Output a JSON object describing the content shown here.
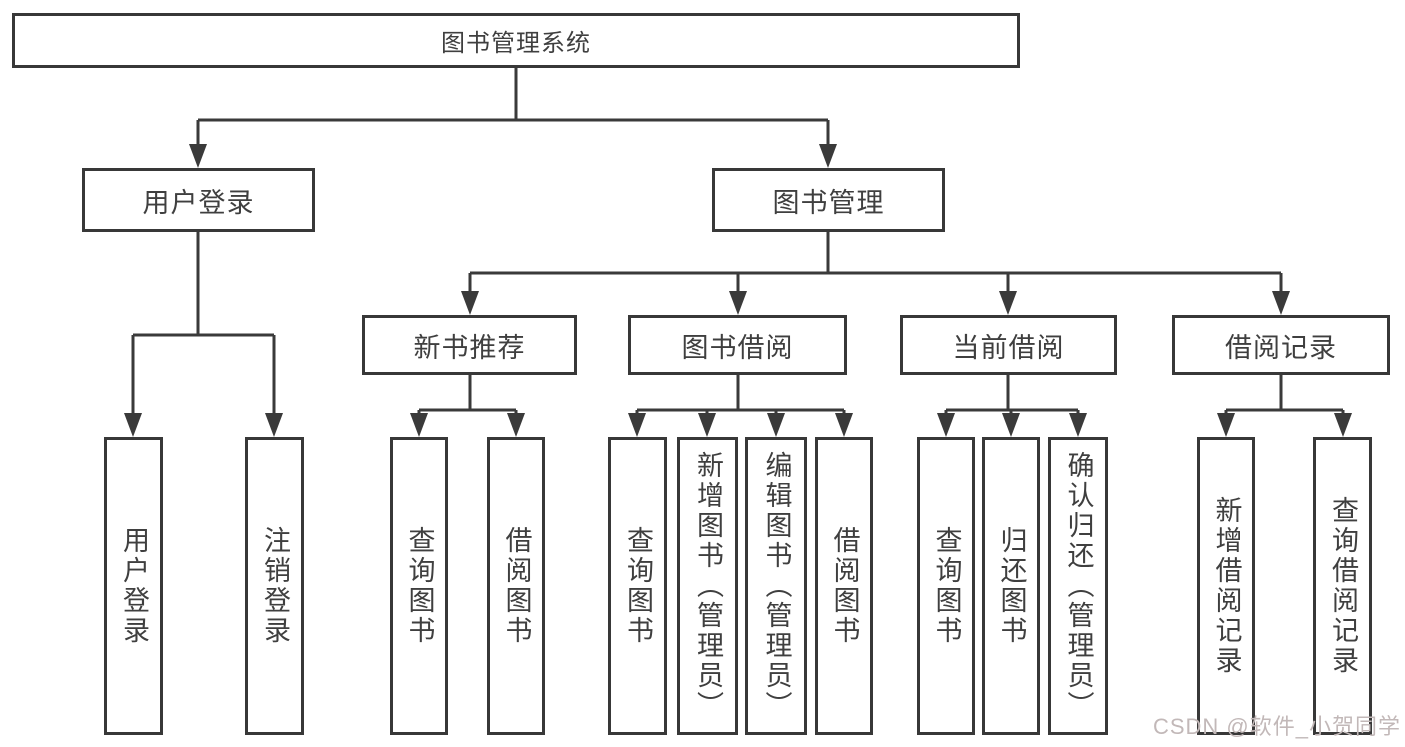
{
  "tree": {
    "label": "图书管理系统",
    "children": [
      {
        "label": "用户登录",
        "children": [
          {
            "label": "用户登录"
          },
          {
            "label": "注销登录"
          }
        ]
      },
      {
        "label": "图书管理",
        "children": [
          {
            "label": "新书推荐",
            "children": [
              {
                "label": "查询图书"
              },
              {
                "label": "借阅图书"
              }
            ]
          },
          {
            "label": "图书借阅",
            "children": [
              {
                "label": "查询图书"
              },
              {
                "label": "新增图书（管理员）"
              },
              {
                "label": "编辑图书（管理员）"
              },
              {
                "label": "借阅图书"
              }
            ]
          },
          {
            "label": "当前借阅",
            "children": [
              {
                "label": "查询图书"
              },
              {
                "label": "归还图书"
              },
              {
                "label": "确认归还（管理员）"
              }
            ]
          },
          {
            "label": "借阅记录",
            "children": [
              {
                "label": "新增借阅记录"
              },
              {
                "label": "查询借阅记录"
              }
            ]
          }
        ]
      }
    ]
  },
  "watermark": {
    "text": "CSDN @软件_小贺同学"
  },
  "colors": {
    "background": "#ffffff",
    "line": "#3a3a3a",
    "box_border": "#383838",
    "text": "#3f3f3f",
    "watermark": "#c2b8b8"
  }
}
